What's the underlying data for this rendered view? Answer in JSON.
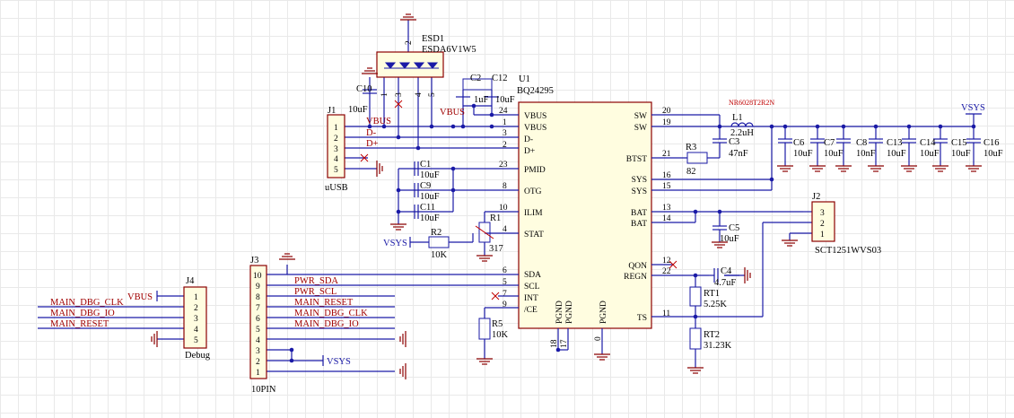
{
  "u1": {
    "designator": "U1",
    "part": "BQ24295",
    "pins_left": [
      "VBUS",
      "VBUS",
      "D-",
      "D+",
      "PMID",
      "OTG",
      "ILIM",
      "STAT",
      "SDA",
      "SCL",
      "INT",
      "/CE"
    ],
    "pins_right": [
      "SW",
      "SW",
      "BTST",
      "SYS",
      "SYS",
      "BAT",
      "BAT",
      "QON",
      "REGN",
      "TS"
    ],
    "pins_bottom": [
      "PGND",
      "PGND",
      "PGND"
    ],
    "pin_numbers": [
      "24",
      "1",
      "3",
      "2",
      "23",
      "8",
      "10",
      "4",
      "6",
      "5",
      "7",
      "9",
      "20",
      "19",
      "21",
      "16",
      "15",
      "13",
      "14",
      "12",
      "22",
      "11",
      "18",
      "17",
      "0"
    ]
  },
  "esd1": {
    "designator": "ESD1",
    "part": "ESDA6V1W5",
    "pins": [
      "2",
      "1",
      "3",
      "4",
      "5"
    ]
  },
  "j1": {
    "designator": "J1",
    "part": "uUSB",
    "pins": [
      "1",
      "2",
      "3",
      "4",
      "5"
    ]
  },
  "j2": {
    "designator": "J2",
    "part": "SCT1251WVS03",
    "pins": [
      "3",
      "2",
      "1"
    ]
  },
  "j3": {
    "designator": "J3",
    "part": "10PIN",
    "pins": [
      "10",
      "9",
      "8",
      "7",
      "6",
      "5",
      "4",
      "3",
      "2",
      "1"
    ]
  },
  "j4": {
    "designator": "J4",
    "part": "Debug",
    "pins": [
      "1",
      "2",
      "3",
      "4",
      "5"
    ]
  },
  "passives": {
    "c10": [
      "C10",
      "10uF"
    ],
    "c2": [
      "C2",
      "1uF"
    ],
    "c12": [
      "C12",
      "10uF"
    ],
    "c1": [
      "C1",
      "10uF"
    ],
    "c9": [
      "C9",
      "10uF"
    ],
    "c11": [
      "C11",
      "10uF"
    ],
    "r1": [
      "R1",
      "317"
    ],
    "r2": [
      "R2",
      "10K"
    ],
    "r3": [
      "R3",
      "82"
    ],
    "c3": [
      "C3",
      "47nF"
    ],
    "l1": [
      "L1",
      "2.2uH"
    ],
    "l1_part": "NR6028T2R2N",
    "c5": [
      "C5",
      "10uF"
    ],
    "c4": [
      "C4",
      "4.7uF"
    ],
    "rt1": [
      "RT1",
      "5.25K"
    ],
    "rt2": [
      "RT2",
      "31.23K"
    ],
    "r5": [
      "R5",
      "10K"
    ],
    "c6": [
      "C6",
      "10uF"
    ],
    "c7": [
      "C7",
      "10uF"
    ],
    "c8": [
      "C8",
      "10nF"
    ],
    "c13": [
      "C13",
      "10uF"
    ],
    "c14": [
      "C14",
      "10uF"
    ],
    "c15": [
      "C15",
      "10uF"
    ],
    "c16": [
      "C16",
      "10uF"
    ]
  },
  "nets": {
    "vbus1": "VBUS",
    "vbus2": "VBUS",
    "dm": "D-",
    "dp": "D+",
    "vsys_r2": "VSYS",
    "vsys_top": "VSYS",
    "vsys_j3": "VSYS",
    "vbus_j4": "VBUS",
    "pwr_sda": "PWR_SDA",
    "pwr_scl": "PWR_SCL",
    "main_reset": "MAIN_RESET",
    "main_dbg_clk": "MAIN_DBG_CLK",
    "main_dbg_io": "MAIN_DBG_IO",
    "j4_clk": "MAIN_DBG_CLK",
    "j4_io": "MAIN_DBG_IO",
    "j4_reset": "MAIN_RESET"
  },
  "colors": {
    "wire": "#1a1aa6",
    "body": "#fffde0",
    "outline": "#8b0000",
    "net": "#a00000"
  }
}
